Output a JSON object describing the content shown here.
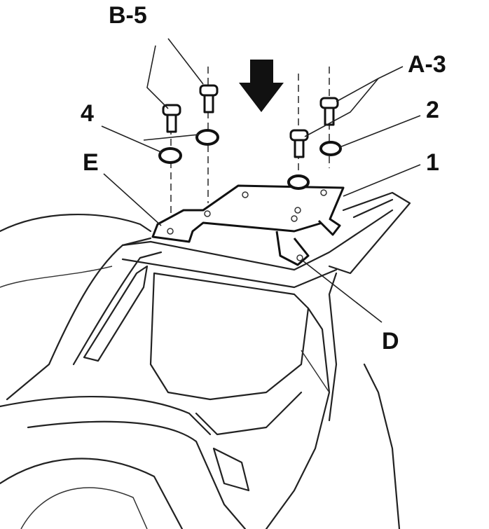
{
  "labels": {
    "b5": "B-5",
    "four": "4",
    "a3": "A-3",
    "two": "2",
    "e": "E",
    "one": "1",
    "d": "D"
  },
  "icons": [
    "down-arrow-icon"
  ]
}
